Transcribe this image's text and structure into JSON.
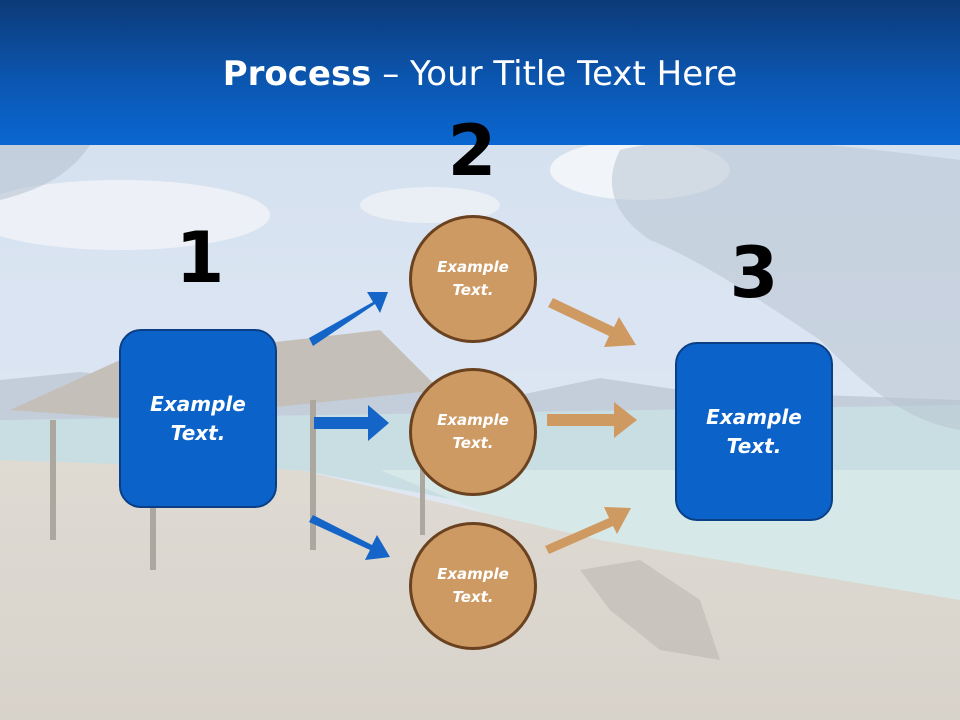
{
  "title": {
    "bold": "Process",
    "rest": " – Your Title Text Here"
  },
  "steps": {
    "one": {
      "number": "1",
      "box_text": "Example Text."
    },
    "two": {
      "number": "2",
      "circles": [
        "Example Text.",
        "Example Text.",
        "Example Text."
      ]
    },
    "three": {
      "number": "3",
      "box_text": "Example Text."
    }
  },
  "colors": {
    "header": "#0b56b0",
    "box": "#0b63c9",
    "circle": "#cd9a64",
    "blue_arrow": "#1565c8",
    "tan_arrow": "#cf9a62"
  }
}
